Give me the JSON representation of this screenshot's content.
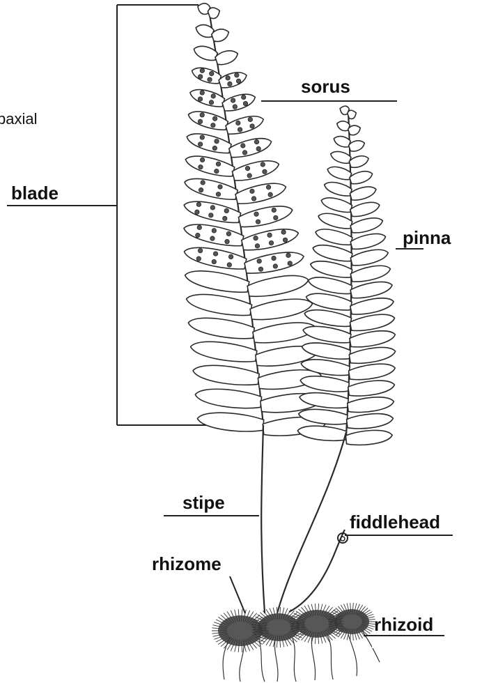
{
  "diagram": {
    "labels": {
      "partial_top_left": "paxial",
      "blade": "blade",
      "sorus": "sorus",
      "pinna": "pinna",
      "stipe": "stipe",
      "fiddlehead": "fiddlehead",
      "rhizome": "rhizome",
      "rhizoid": "rhizoid"
    }
  }
}
